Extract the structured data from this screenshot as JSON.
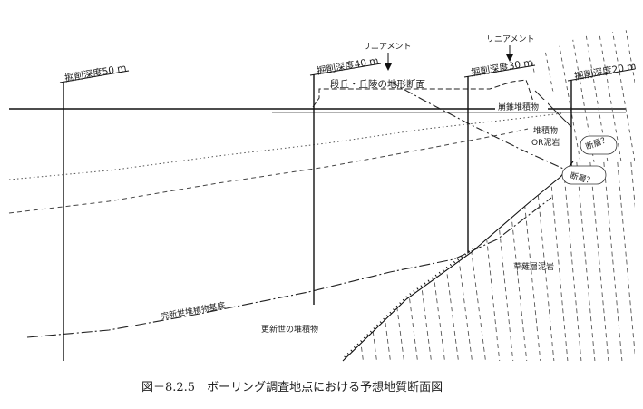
{
  "figure": {
    "caption": "図－8.2.5　ボーリング調査地点における予想地質断面図",
    "labels": {
      "lineament_left": "リニアメント",
      "lineament_right": "リニアメント",
      "depth_50": "掘削深度50 m",
      "depth_40": "掘削深度40 m",
      "depth_30": "掘削深度30 m",
      "depth_20": "掘削深度20 m",
      "terrace_profile": "段丘・丘陵の地形断面",
      "talus": "崩錐堆積物",
      "sediment_or_mudstone_1": "堆積物",
      "sediment_or_mudstone_2": "OR泥岩",
      "fault_1": "断層？",
      "fault_2": "断層？",
      "kusagari_mudstone": "草薙層泥岩",
      "holocene_base": "完新世堆積物基底",
      "pleistocene": "更新世の堆積物"
    }
  }
}
